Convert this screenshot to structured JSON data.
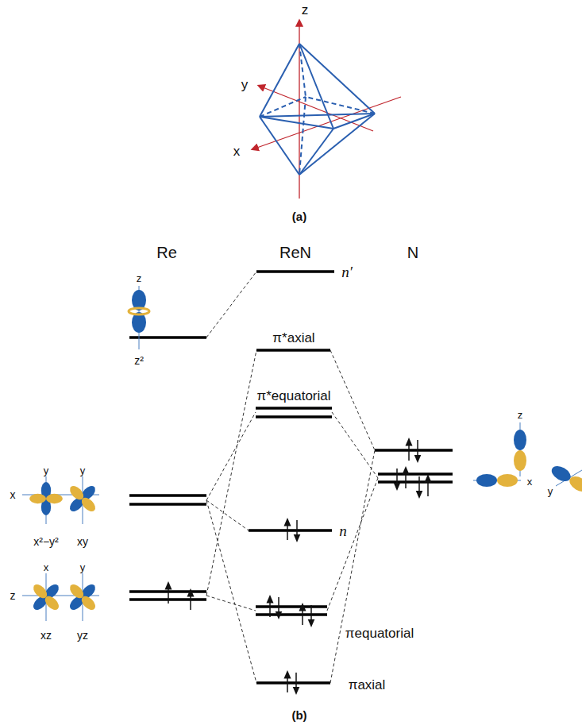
{
  "diagram": {
    "labels": [
      "z",
      "y",
      "x",
      "(a)",
      "Re",
      "ReN",
      "N",
      "z",
      "z²",
      "n′",
      "π*axial",
      "π*equatorial",
      "y",
      "y",
      "x",
      "x²−y²",
      "xy",
      "z",
      "x",
      "y",
      "n",
      "x",
      "y",
      "z",
      "xz",
      "yz",
      "πequatorial",
      "πaxial",
      "(b)"
    ]
  }
}
